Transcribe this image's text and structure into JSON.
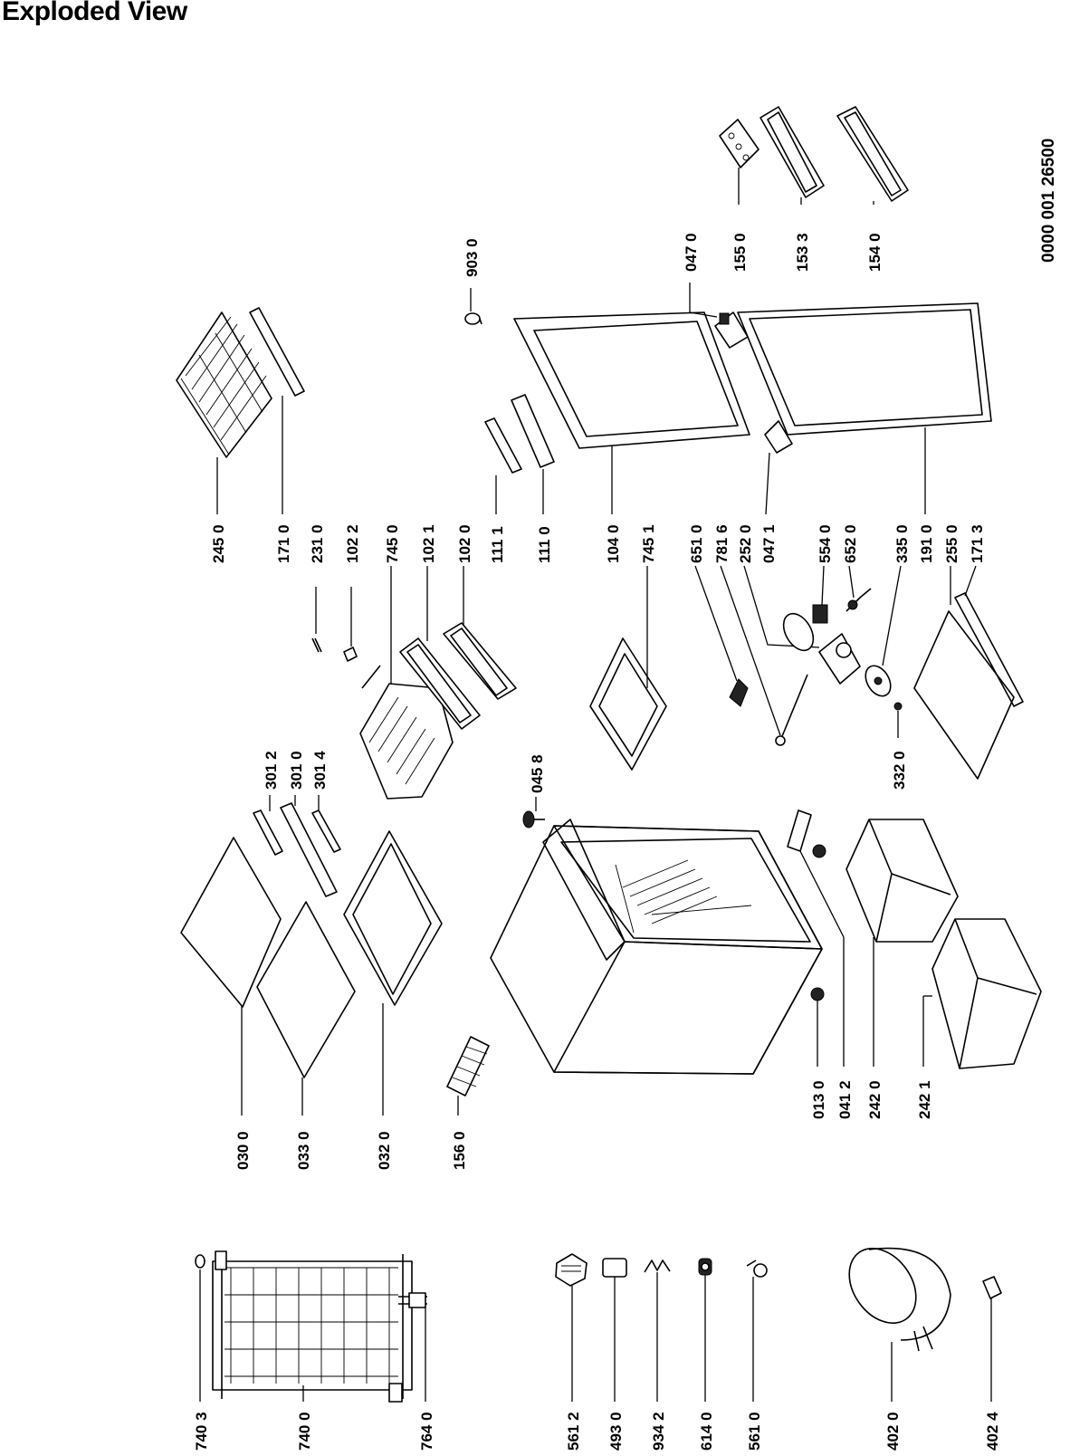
{
  "title": "Exploded View",
  "doc_number": "0000 001 26500",
  "labels": {
    "l7403": "740 3",
    "l7400": "740 0",
    "l7640": "764 0",
    "l5612": "561 2",
    "l4930": "493 0",
    "l9342": "934 2",
    "l6140": "614 0",
    "l5610": "561 0",
    "l4020": "402 0",
    "l4024": "402 4",
    "l0300": "030 0",
    "l0330": "033 0",
    "l0320": "032 0",
    "l1560": "156 0",
    "l3012": "301 2",
    "l3010": "301 0",
    "l3014": "301 4",
    "l0130": "013 0",
    "l0412": "041 2",
    "l2420": "242 0",
    "l2421": "242 1",
    "l0458": "045 8",
    "l3320": "332 0",
    "l2450": "245 0",
    "l1710": "171 0",
    "l2310": "231 0",
    "l1022": "102 2",
    "l7450": "745 0",
    "l1021": "102 1",
    "l1020": "102 0",
    "l1111": "111 1",
    "l1110": "111 0",
    "l1040": "104 0",
    "l7451": "745 1",
    "l6510": "651 0",
    "l7816": "781 6",
    "l2520": "252 0",
    "l0471": "047 1",
    "l5540": "554 0",
    "l6520": "652 0",
    "l3350": "335 0",
    "l1910": "191 0",
    "l2550": "255 0",
    "l1713": "171 3",
    "l9030": "903 0",
    "l0470": "047 0",
    "l1550": "155 0",
    "l1533": "153 3",
    "l1540": "154 0"
  }
}
